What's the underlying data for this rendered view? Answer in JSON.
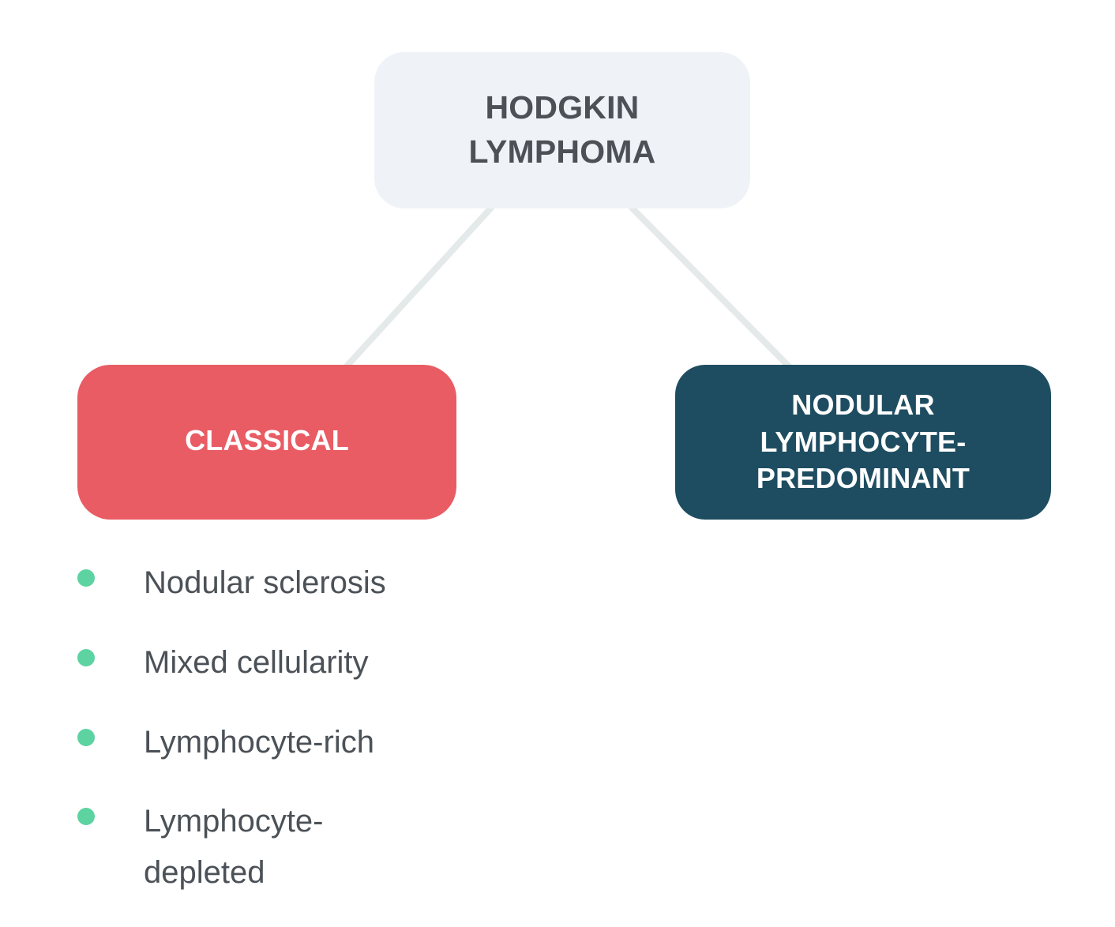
{
  "diagram": {
    "type": "hierarchy-tree",
    "background_color": "#ffffff",
    "root": {
      "label": "HODGKIN LYMPHOMA",
      "line1": "HODGKIN",
      "line2": "LYMPHOMA",
      "background_color": "#eff3f8",
      "text_color": "#4b5157"
    },
    "children": [
      {
        "id": "classical",
        "label": "CLASSICAL",
        "background_color": "#e95c64",
        "text_color": "#ffffff"
      },
      {
        "id": "nodular-lymphocyte-predominant",
        "label": "NODULAR LYMPHOCYTE-PREDOMINANT",
        "line1": "NODULAR",
        "line2": "LYMPHOCYTE-",
        "line3": "PREDOMINANT",
        "background_color": "#1e4d61",
        "text_color": "#ffffff"
      }
    ],
    "connector_color": "#e4e9e9",
    "connector_width": 8
  },
  "subtypes": {
    "parent": "CLASSICAL",
    "bullet_color": "#5cd3a0",
    "text_color": "#4b5157",
    "items": [
      {
        "label": "Nodular sclerosis"
      },
      {
        "label": "Mixed cellularity"
      },
      {
        "label": "Lymphocyte-rich"
      },
      {
        "label": "Lymphocyte-depleted"
      }
    ]
  }
}
